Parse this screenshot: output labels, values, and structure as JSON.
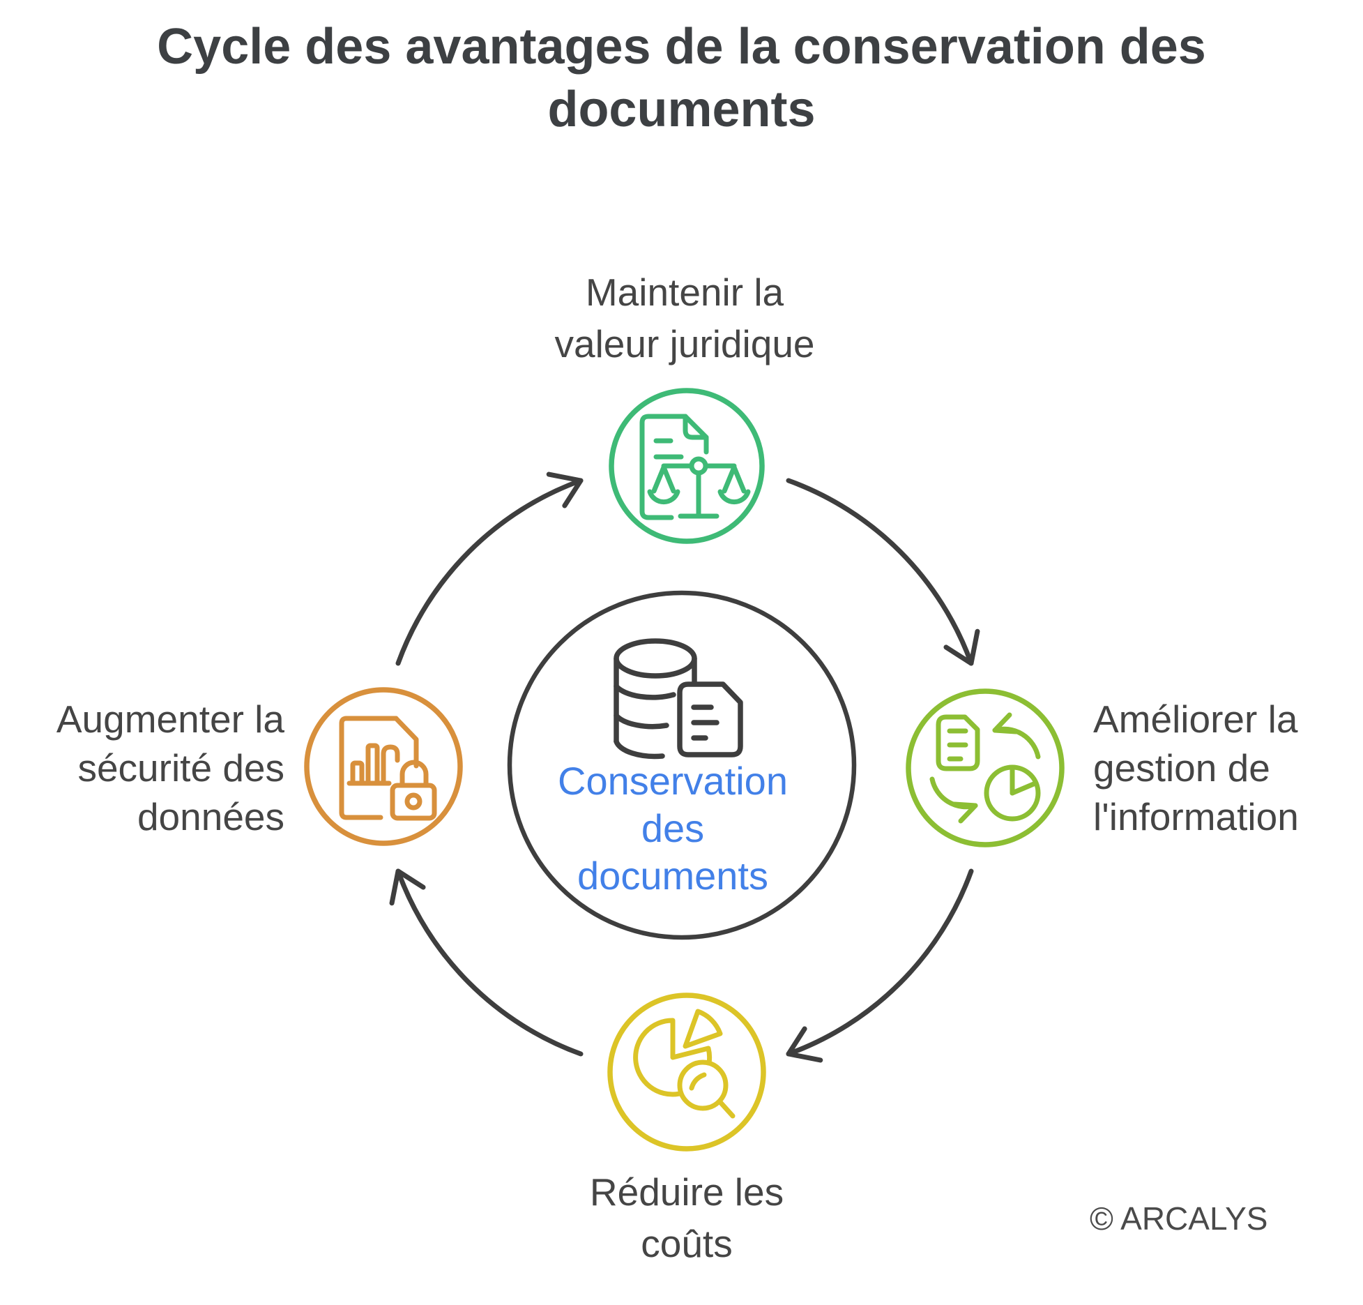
{
  "title": {
    "lines": [
      "Cycle des avantages de la conservation des",
      "documents"
    ]
  },
  "center": {
    "lines": [
      "Conservation",
      "des",
      "documents"
    ],
    "icon": "database-documents-icon"
  },
  "nodes": [
    {
      "position": "top",
      "icon": "document-scales-icon",
      "lines": [
        "Maintenir la",
        "valeur juridique"
      ]
    },
    {
      "position": "right",
      "icon": "document-sync-pie-icon",
      "lines": [
        "Améliorer la",
        "gestion de",
        "l'information"
      ]
    },
    {
      "position": "bottom",
      "icon": "pie-magnifier-icon",
      "lines": [
        "Réduire les",
        "coûts"
      ]
    },
    {
      "position": "left",
      "icon": "document-chart-lock-icon",
      "lines": [
        "Augmenter la",
        "sécurité des",
        "données"
      ]
    }
  ],
  "credit": "© ARCALYS",
  "colors": {
    "green": "#3eba76",
    "lime": "#8cbe33",
    "yellow": "#dcc427",
    "orange": "#d8903c",
    "dark": "#3e3e3e",
    "blue": "#4280e8",
    "label_text": "#454545",
    "title_text": "#3d4043"
  }
}
